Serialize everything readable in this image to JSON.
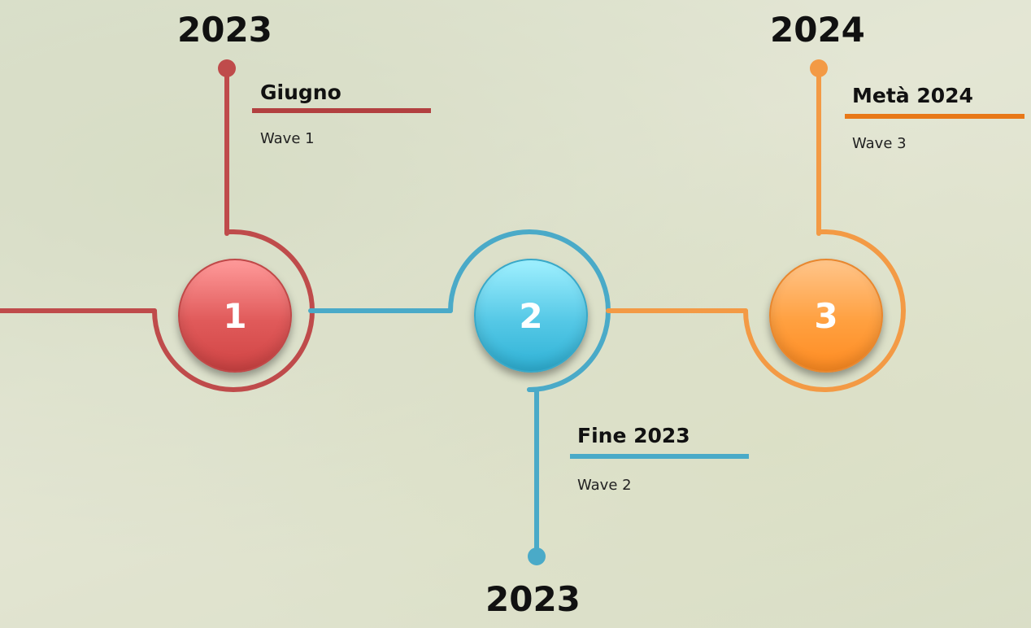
{
  "colors": {
    "wave1": "#bf4b4b",
    "wave2": "#4aaac8",
    "wave3": "#f39a45",
    "wave3_underline": "#e87818"
  },
  "milestones": [
    {
      "number": "1",
      "year": "2023",
      "title": "Giugno",
      "label": "Wave 1"
    },
    {
      "number": "2",
      "year": "2023",
      "title": "Fine 2023",
      "label": "Wave 2"
    },
    {
      "number": "3",
      "year": "2024",
      "title": "Metà 2024",
      "label": "Wave 3"
    }
  ]
}
